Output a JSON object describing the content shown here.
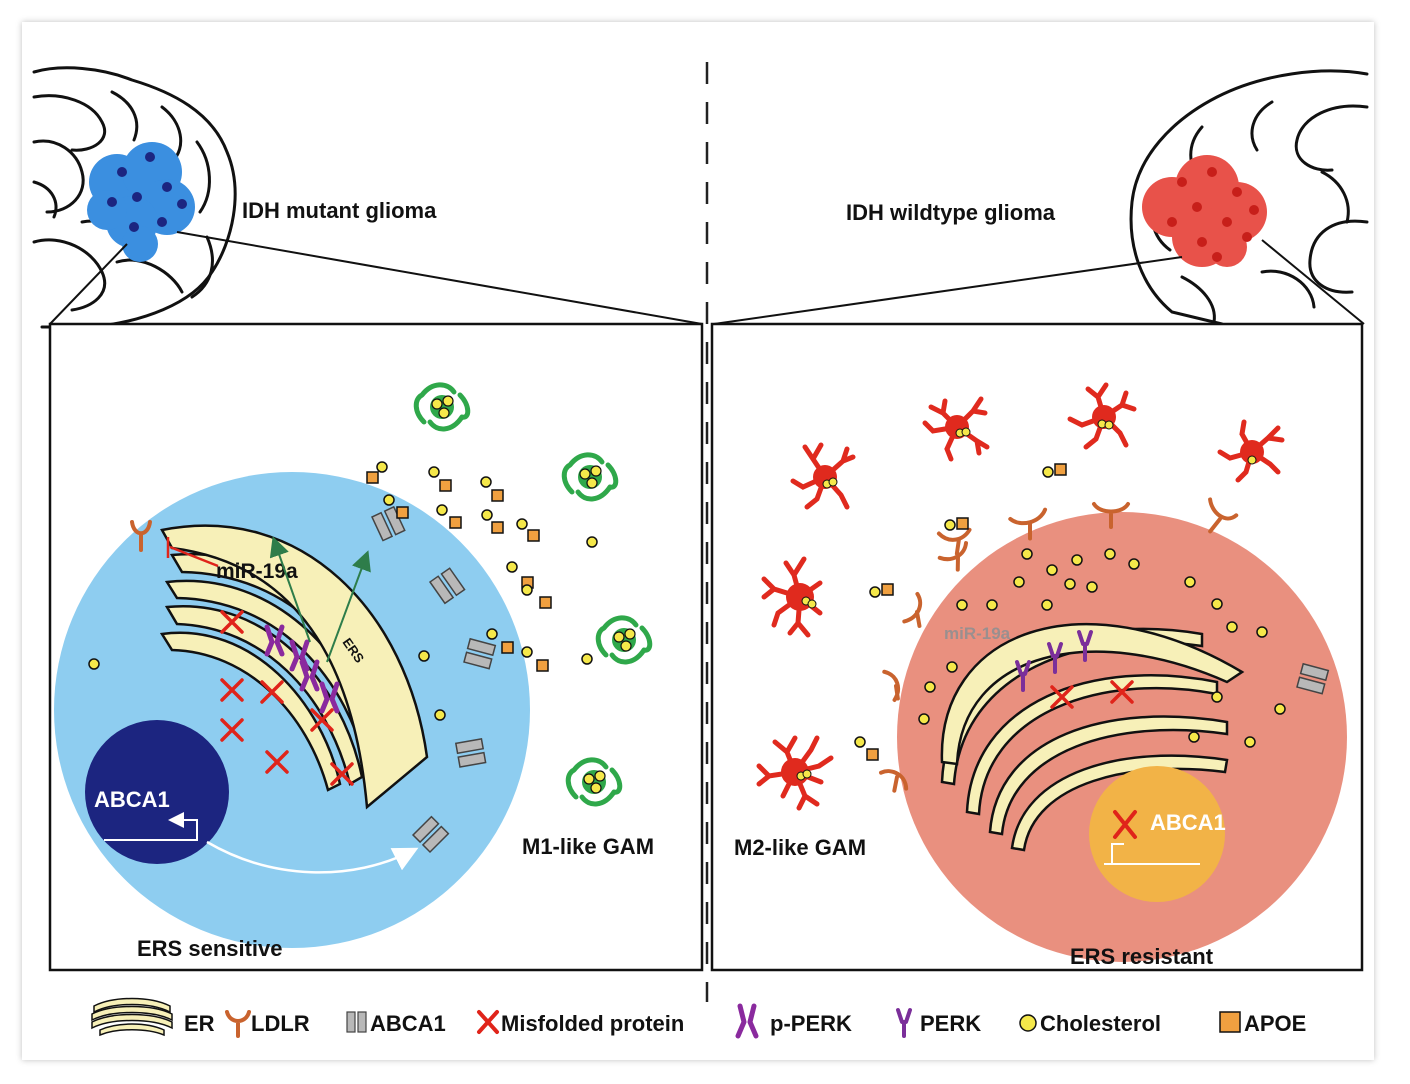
{
  "left_panel": {
    "title": "IDH mutant glioma",
    "mirna": "miR-19a",
    "ers_arrow_label": "ERS",
    "gene": "ABCA1",
    "cell_state": "ERS sensitive",
    "gam_label": "M1-like GAM",
    "tumor_color": "#3b8fe0",
    "cell_color": "#8ecdf0",
    "nucleus_color": "#1c2580",
    "gam_color": "#2fa84a"
  },
  "right_panel": {
    "title": "IDH wildtype glioma",
    "mirna": "miR-19a",
    "gene": "ABCA1",
    "cell_state": "ERS resistant",
    "gam_label": "M2-like GAM",
    "tumor_color": "#e8524a",
    "cell_color": "#e9907f",
    "nucleus_color": "#f2b347",
    "gam_color": "#e02a1e"
  },
  "legend": {
    "items": [
      {
        "label": "ER",
        "icon": "er-icon"
      },
      {
        "label": "LDLR",
        "icon": "ldlr-icon"
      },
      {
        "label": "ABCA1",
        "icon": "abca1-icon"
      },
      {
        "label": "Misfolded protein",
        "icon": "misfolded-protein-icon"
      },
      {
        "label": "p-PERK",
        "icon": "p-perk-icon"
      },
      {
        "label": "PERK",
        "icon": "perk-icon"
      },
      {
        "label": "Cholesterol",
        "icon": "cholesterol-icon"
      },
      {
        "label": "APOE",
        "icon": "apoe-icon"
      }
    ]
  },
  "colors": {
    "er_fill": "#f7f0b8",
    "ldlr": "#c9632e",
    "abca1": "#b8b8b8",
    "misfolded": "#e0241a",
    "p_perk": "#8a2a9e",
    "perk": "#7b2f9a",
    "cholesterol": "#f5e84a",
    "apoe": "#f0a040",
    "arrow_green": "#2e7d4a"
  }
}
